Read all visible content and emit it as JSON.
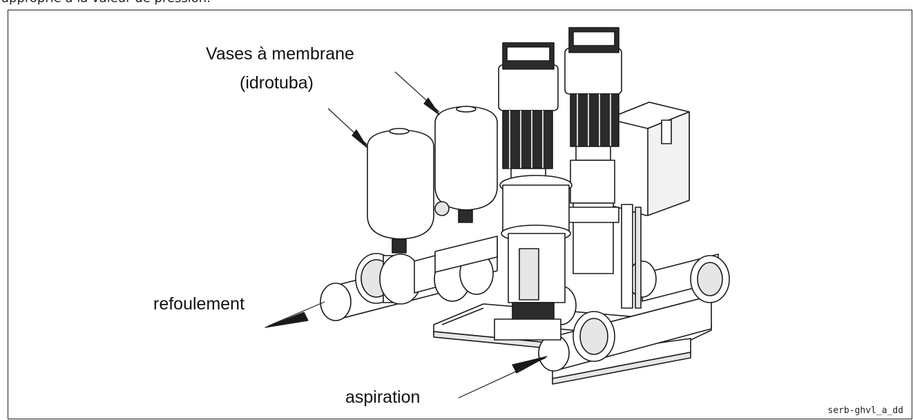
{
  "header_fragment": "approprié à la valeur de pression.",
  "labels": {
    "vases_line1": "Vases à membrane",
    "vases_line2": "(idrotuba)",
    "refoulement": "refoulement",
    "aspiration": "aspiration"
  },
  "image_code": "serb-ghvl_a_dd",
  "colors": {
    "line": "#1a1a1a",
    "fill": "#ffffff",
    "shade": "#e6e6e6",
    "dark": "#2b2b2b"
  }
}
